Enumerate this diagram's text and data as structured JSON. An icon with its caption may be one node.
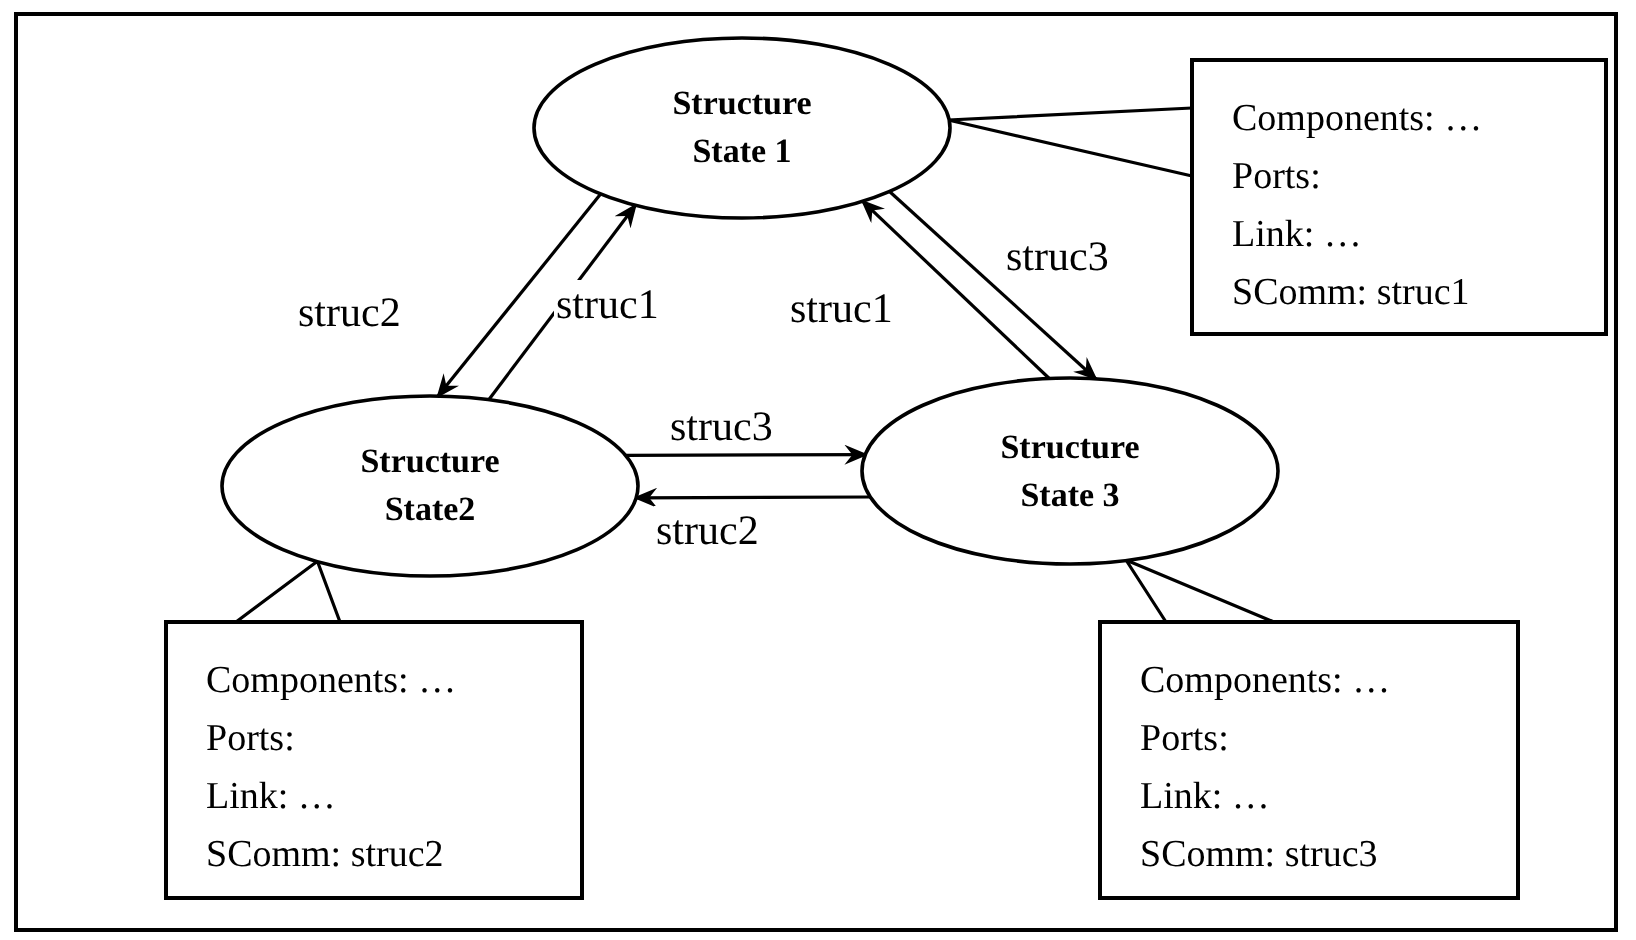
{
  "diagram": {
    "nodes": [
      {
        "text": [
          "Structure State 1"
        ]
      },
      {
        "text": [
          "Structure State2"
        ]
      },
      {
        "text": [
          "Structure State 3"
        ]
      },
      {
        "text": [
          "Components: …",
          "Ports:",
          "Link: …",
          "SComm: struc1"
        ]
      },
      {
        "text": [
          "Components: …",
          "Ports:",
          "Link: …",
          "SComm: struc2"
        ]
      },
      {
        "text": [
          "Components: …",
          "Ports:",
          "Link: …",
          "SComm: struc3"
        ]
      }
    ],
    "edges": [
      {
        "from": 0,
        "to": 1,
        "arrow": "to",
        "label": "struc2"
      },
      {
        "from": 1,
        "to": 0,
        "arrow": "to",
        "label": "struc1"
      },
      {
        "from": 2,
        "to": 0,
        "arrow": "to",
        "label": "struc1"
      },
      {
        "from": 0,
        "to": 2,
        "arrow": "to",
        "label": "struc3"
      },
      {
        "from": 1,
        "to": 2,
        "arrow": "to",
        "label": "struc3"
      },
      {
        "from": 2,
        "to": 1,
        "arrow": "to",
        "label": "struc2"
      },
      {
        "from": 3,
        "to": 0,
        "arrow": "none"
      },
      {
        "from": 4,
        "to": 1,
        "arrow": "none"
      },
      {
        "from": 5,
        "to": 2,
        "arrow": "none"
      }
    ]
  }
}
